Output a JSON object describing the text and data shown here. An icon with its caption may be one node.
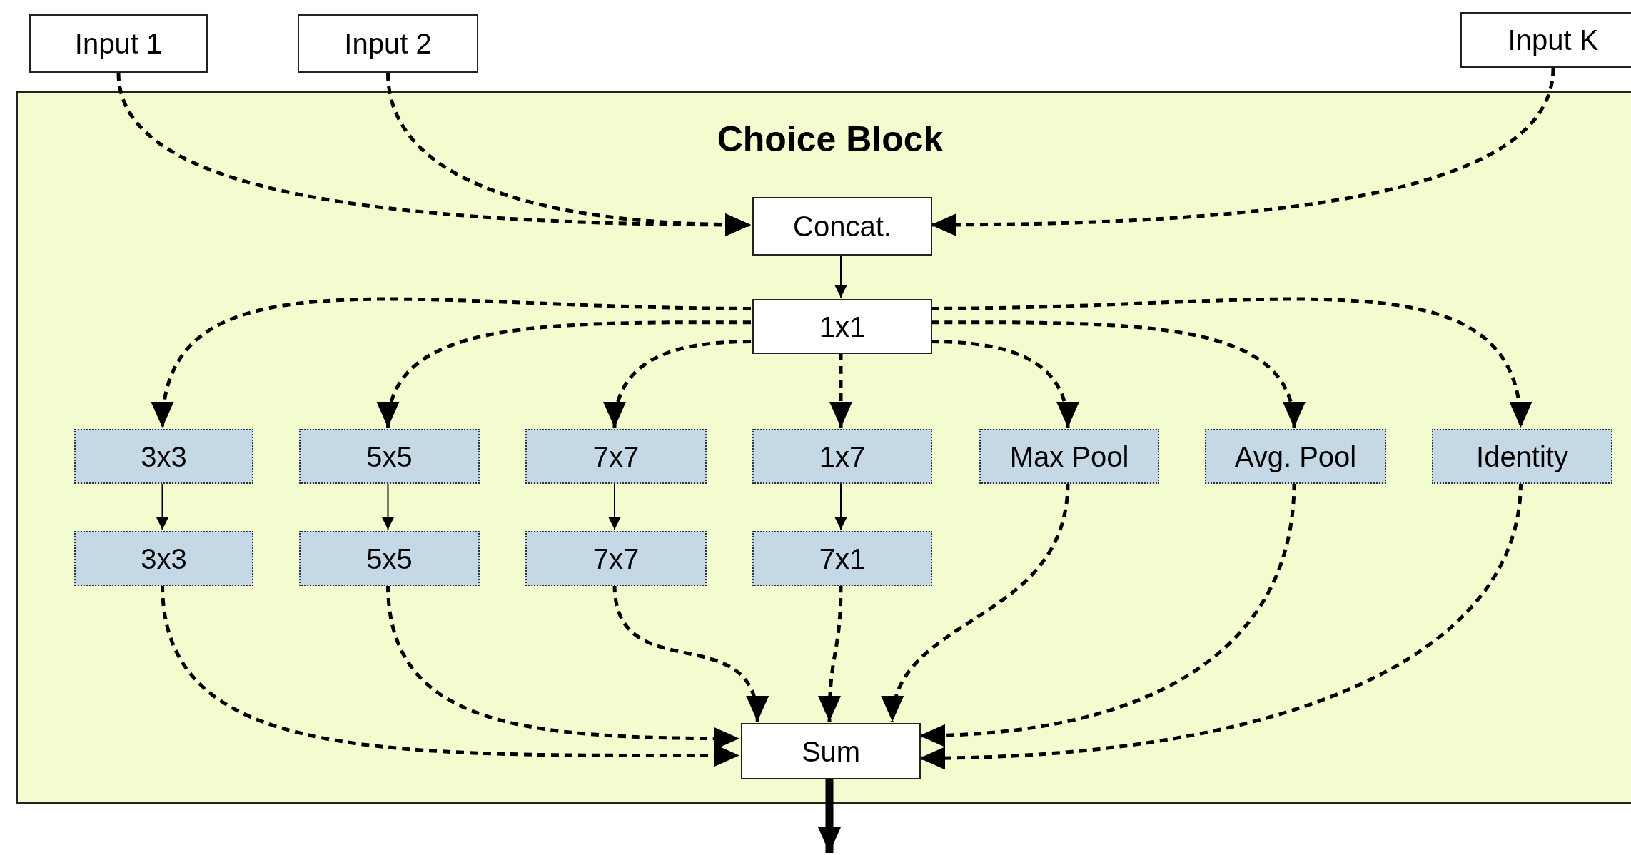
{
  "diagram": {
    "nodes": [
      {
        "text": [
          "Input 1"
        ]
      },
      {
        "text": [
          "Input 2"
        ]
      },
      {
        "text": [
          "Input K"
        ]
      },
      {
        "text": [
          "Choice Block"
        ]
      },
      {
        "text": [
          "Concat."
        ],
        "in": 3
      },
      {
        "text": [
          "1x1"
        ],
        "in": 3
      },
      {
        "text": [
          "3x3"
        ],
        "in": 3
      },
      {
        "text": [
          "5x5"
        ],
        "in": 3
      },
      {
        "text": [
          "7x7"
        ],
        "in": 3
      },
      {
        "text": [
          "1x7"
        ],
        "in": 3
      },
      {
        "text": [
          "Max Pool"
        ],
        "in": 3
      },
      {
        "text": [
          "Avg. Pool"
        ],
        "in": 3
      },
      {
        "text": [
          "Identity"
        ],
        "in": 3
      },
      {
        "text": [
          "3x3"
        ],
        "in": 3
      },
      {
        "text": [
          "5x5"
        ],
        "in": 3
      },
      {
        "text": [
          "7x7"
        ],
        "in": 3
      },
      {
        "text": [
          "7x1"
        ],
        "in": 3
      },
      {
        "text": [
          "Sum"
        ],
        "in": 3
      }
    ],
    "edges": [
      {
        "from": 0,
        "to": 4,
        "arrow": "to",
        "style": "dashed"
      },
      {
        "from": 1,
        "to": 4,
        "arrow": "to",
        "style": "dashed"
      },
      {
        "from": 2,
        "to": 4,
        "arrow": "to",
        "style": "dashed"
      },
      {
        "from": 4,
        "to": 5,
        "arrow": "to"
      },
      {
        "from": 5,
        "to": 6,
        "arrow": "to",
        "style": "dashed"
      },
      {
        "from": 5,
        "to": 7,
        "arrow": "to",
        "style": "dashed"
      },
      {
        "from": 5,
        "to": 8,
        "arrow": "to",
        "style": "dashed"
      },
      {
        "from": 5,
        "to": 9,
        "arrow": "to",
        "style": "dashed"
      },
      {
        "from": 5,
        "to": 10,
        "arrow": "to",
        "style": "dashed"
      },
      {
        "from": 5,
        "to": 11,
        "arrow": "to",
        "style": "dashed"
      },
      {
        "from": 5,
        "to": 12,
        "arrow": "to",
        "style": "dashed"
      },
      {
        "from": 6,
        "to": 13,
        "arrow": "to"
      },
      {
        "from": 7,
        "to": 14,
        "arrow": "to"
      },
      {
        "from": 8,
        "to": 15,
        "arrow": "to"
      },
      {
        "from": 9,
        "to": 16,
        "arrow": "to"
      },
      {
        "from": 13,
        "to": 17,
        "arrow": "to",
        "style": "dashed"
      },
      {
        "from": 14,
        "to": 17,
        "arrow": "to",
        "style": "dashed"
      },
      {
        "from": 15,
        "to": 17,
        "arrow": "to",
        "style": "dashed"
      },
      {
        "from": 16,
        "to": 17,
        "arrow": "to",
        "style": "dashed"
      },
      {
        "from": 10,
        "to": 17,
        "arrow": "to",
        "style": "dashed"
      },
      {
        "from": 11,
        "to": 17,
        "arrow": "to",
        "style": "dashed"
      },
      {
        "from": 12,
        "to": 17,
        "arrow": "to",
        "style": "dashed"
      },
      {
        "from": 17,
        "to": null,
        "arrow": "to",
        "style": "thick"
      }
    ]
  }
}
